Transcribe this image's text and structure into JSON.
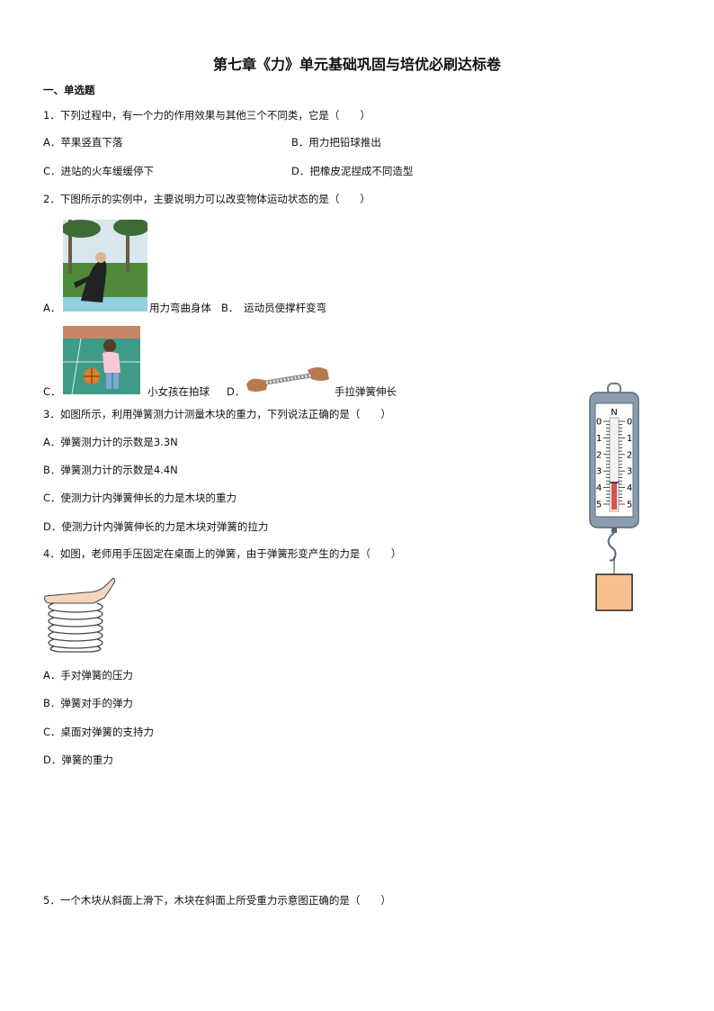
{
  "doc": {
    "title": "第七章《力》单元基础巩固与培优必刷达标卷",
    "section1": "一、单选题"
  },
  "q1": {
    "stem": "1．下列过程中，有一个力的作用效果与其他三个不同类，它是（　　）",
    "a": "A．苹果竖直下落",
    "b": "B．用力把铅球推出",
    "c": "C．进站的火车缓缓停下",
    "d": "D．把橡皮泥捏成不同造型"
  },
  "q2": {
    "stem": "2．下图所示的实例中，主要说明力可以改变物体运动状态的是（　　）",
    "a_prefix": "A．",
    "a_text": "用力弯曲身体",
    "b_text": "B．　运动员使撑杆变弯",
    "c_prefix": "C．",
    "c_text": "小女孩在拍球",
    "d_prefix": "D．",
    "d_text": "手拉弹簧伸长"
  },
  "q3": {
    "stem": "3．如图所示，利用弹簧测力计测量木块的重力，下列说法正确的是（　　）",
    "a": "A．弹簧测力计的示数是3.3N",
    "b": "B．弹簧测力计的示数是4.4N",
    "c": "C．使测力计内弹簧伸长的力是木块的重力",
    "d": "D．使测力计内弹簧伸长的力是木块对弹簧的拉力",
    "scale_unit": "N",
    "scale_ticks": [
      "0",
      "1",
      "2",
      "3",
      "4",
      "5"
    ]
  },
  "q4": {
    "stem": "4．如图，老师用手压固定在桌面上的弹簧，由于弹簧形变产生的力是（　　）",
    "a": "A．手对弹簧的压力",
    "b": "B．弹簧对手的弹力",
    "c": "C．桌面对弹簧的支持力",
    "d": "D．弹簧的重力"
  },
  "q5": {
    "stem": "5．一个木块从斜面上滑下，木块在斜面上所受重力示意图正确的是（　　）"
  },
  "colors": {
    "block": "#f7c08f",
    "scale_red": "#d9534f",
    "court": "#3f9b86",
    "grass": "#4f8a3a"
  }
}
